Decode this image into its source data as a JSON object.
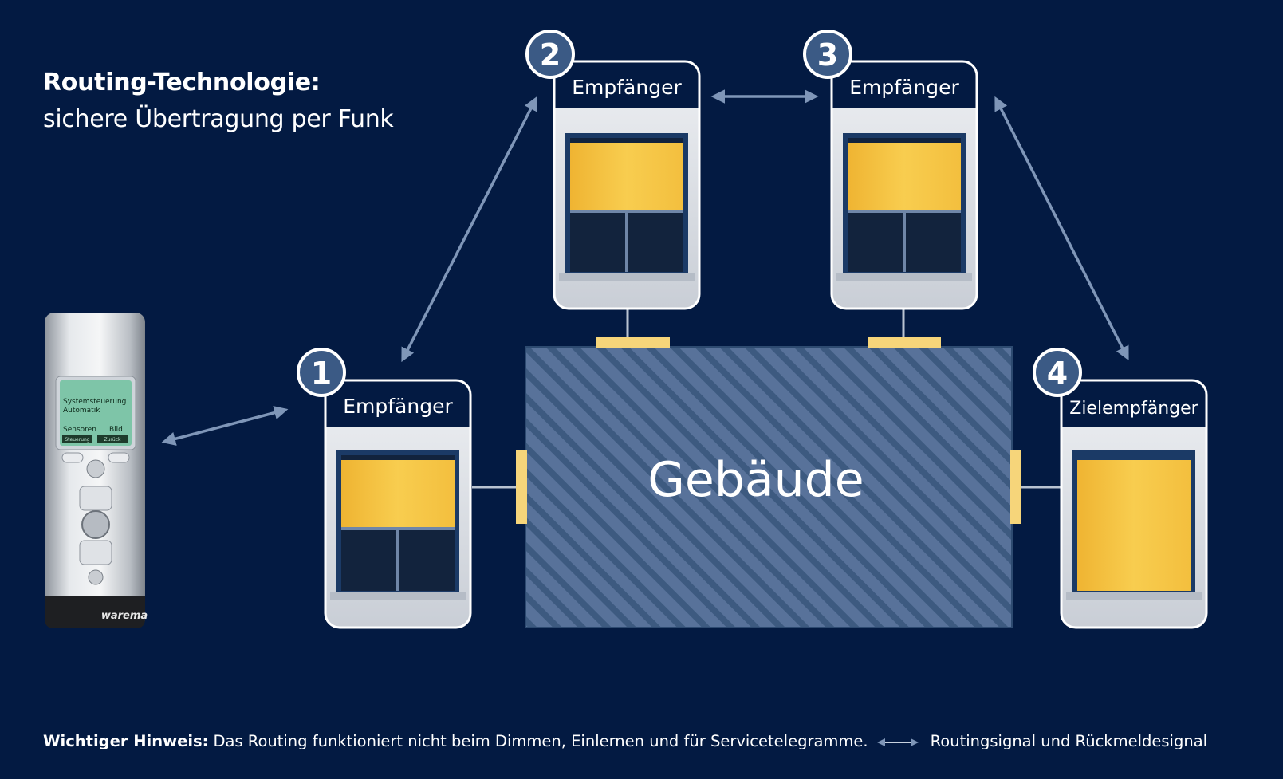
{
  "header": {
    "title": "Routing-Technologie:",
    "subtitle": "sichere Übertragung per Funk"
  },
  "building": {
    "label": "Gebäude"
  },
  "receivers": [
    {
      "number": "1",
      "label": "Empfänger"
    },
    {
      "number": "2",
      "label": "Empfänger"
    },
    {
      "number": "3",
      "label": "Empfänger"
    },
    {
      "number": "4",
      "label": "Zielempfänger"
    }
  ],
  "remote": {
    "brand": "warema",
    "screen_lines": [
      "Systemsteuerung",
      "Automatik",
      "Sensoren"
    ],
    "screen_right": "Bild",
    "button_left": "Steuerung",
    "button_right": "Zurück"
  },
  "footer": {
    "note_label": "Wichtiger Hinweis:",
    "note_text": "Das Routing funktioniert nicht beim Dimmen, Einlernen und für Servicetelegramme.",
    "legend_text": "Routingsignal und Rückmeldesignal"
  },
  "colors": {
    "background": "#031a42",
    "arrow": "#7f96b8",
    "building_fill": "#5b7597",
    "blind": "#f6c744",
    "card": "#e6e9ee"
  }
}
